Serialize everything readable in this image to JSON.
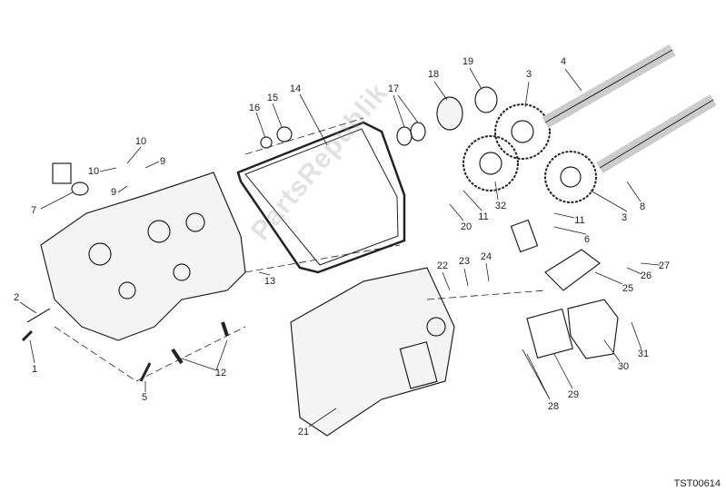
{
  "diagram": {
    "drawing_code": "TST00614",
    "watermark": "PartsRepublik",
    "callouts": [
      {
        "id": "c1",
        "label": "1"
      },
      {
        "id": "c2",
        "label": "2"
      },
      {
        "id": "c3a",
        "label": "3"
      },
      {
        "id": "c3b",
        "label": "3"
      },
      {
        "id": "c4",
        "label": "4"
      },
      {
        "id": "c5",
        "label": "5"
      },
      {
        "id": "c6",
        "label": "6"
      },
      {
        "id": "c7",
        "label": "7"
      },
      {
        "id": "c8",
        "label": "8"
      },
      {
        "id": "c9a",
        "label": "9"
      },
      {
        "id": "c9b",
        "label": "9"
      },
      {
        "id": "c10a",
        "label": "10"
      },
      {
        "id": "c10b",
        "label": "10"
      },
      {
        "id": "c11a",
        "label": "11"
      },
      {
        "id": "c11b",
        "label": "11"
      },
      {
        "id": "c12",
        "label": "12"
      },
      {
        "id": "c13",
        "label": "13"
      },
      {
        "id": "c14",
        "label": "14"
      },
      {
        "id": "c15",
        "label": "15"
      },
      {
        "id": "c16",
        "label": "16"
      },
      {
        "id": "c17",
        "label": "17"
      },
      {
        "id": "c18",
        "label": "18"
      },
      {
        "id": "c19",
        "label": "19"
      },
      {
        "id": "c20",
        "label": "20"
      },
      {
        "id": "c21",
        "label": "21"
      },
      {
        "id": "c22",
        "label": "22"
      },
      {
        "id": "c23",
        "label": "23"
      },
      {
        "id": "c24",
        "label": "24"
      },
      {
        "id": "c25",
        "label": "25"
      },
      {
        "id": "c26",
        "label": "26"
      },
      {
        "id": "c27",
        "label": "27"
      },
      {
        "id": "c28",
        "label": "28"
      },
      {
        "id": "c29",
        "label": "29"
      },
      {
        "id": "c30",
        "label": "30"
      },
      {
        "id": "c31",
        "label": "31"
      },
      {
        "id": "c32",
        "label": "32"
      }
    ]
  }
}
